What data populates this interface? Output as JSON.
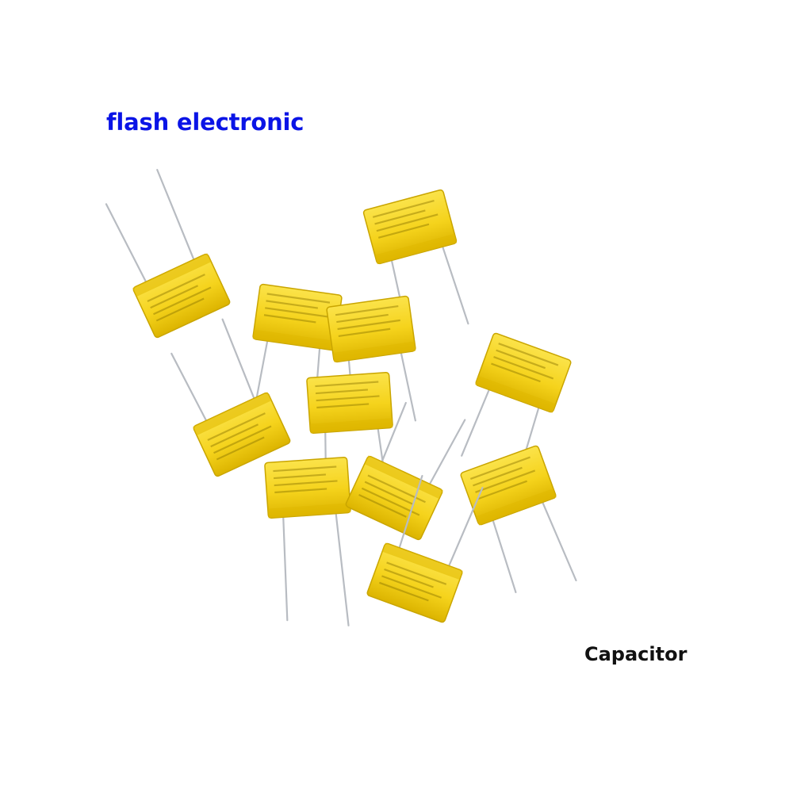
{
  "brand": {
    "text": "flash electronic",
    "color": "#0a14e6"
  },
  "product": {
    "label": "Capacitor",
    "color": "#111111"
  },
  "photo": {
    "subject": "yellow X2 film capacitors",
    "count": 11,
    "body_color": "#f5d31c",
    "body_shade": "#e0b800",
    "lead_color": "#b8bcc2"
  }
}
